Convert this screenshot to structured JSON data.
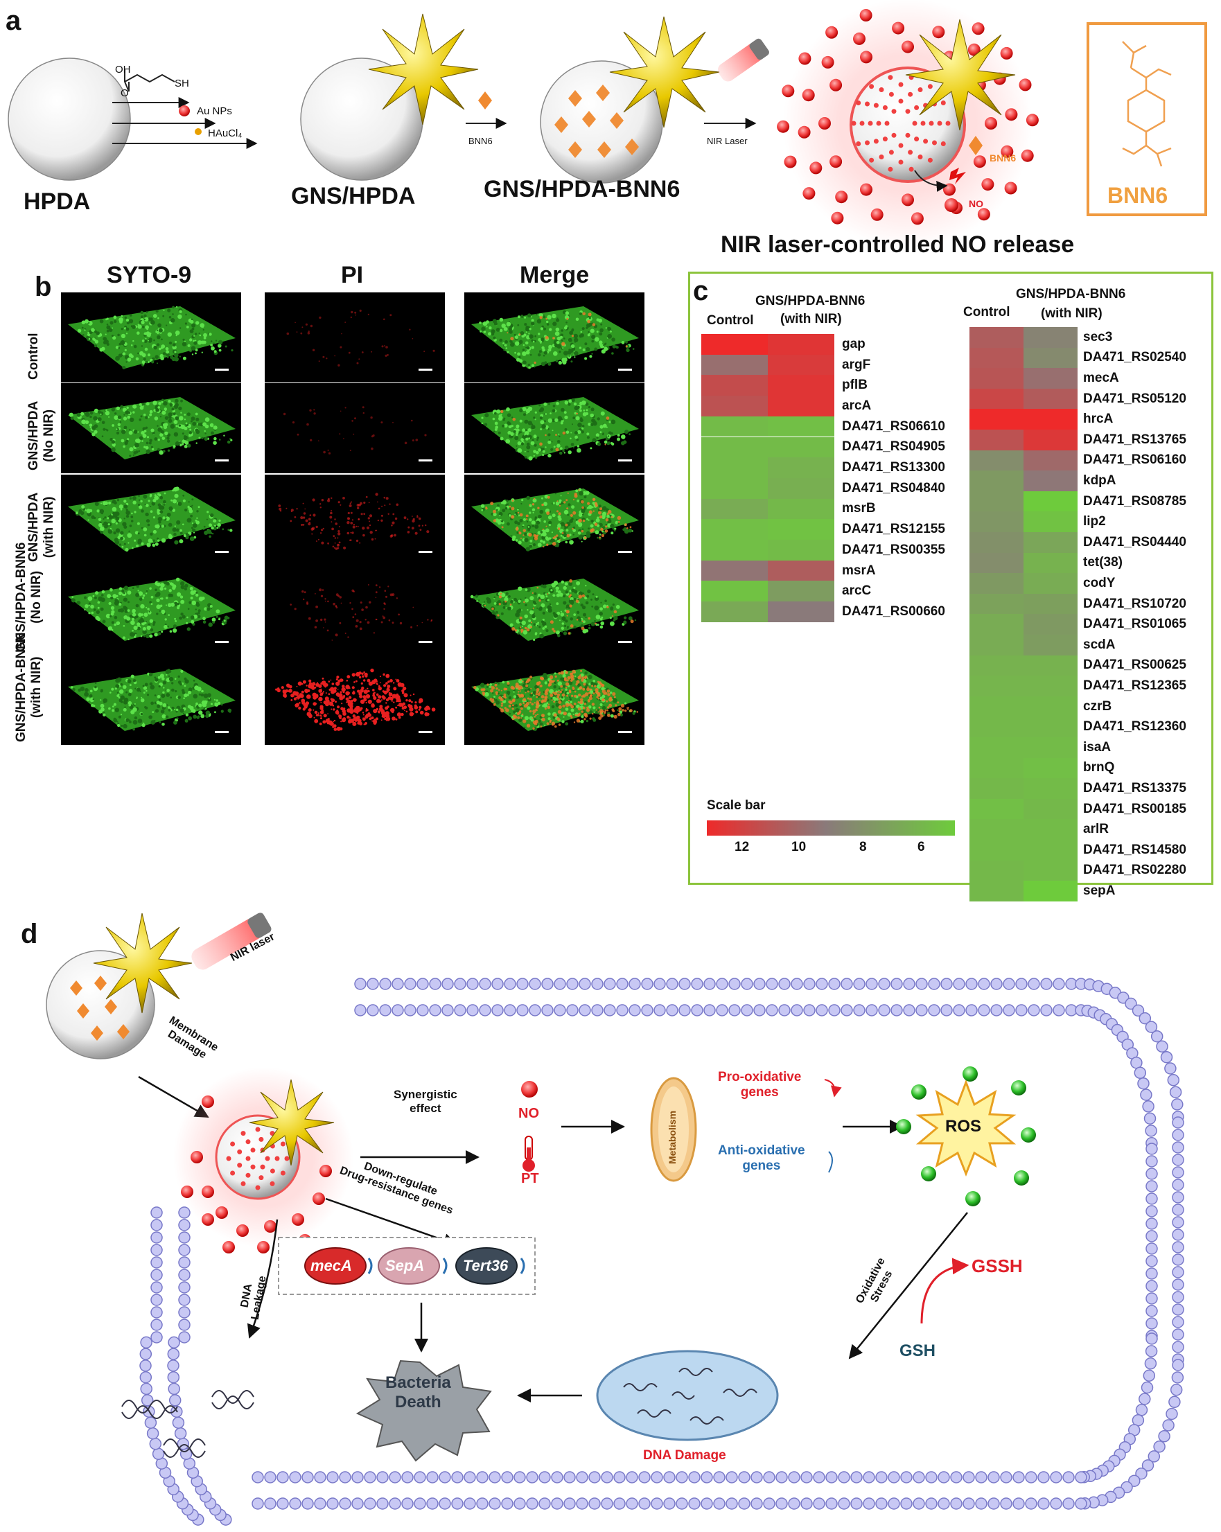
{
  "panels": {
    "a": "a",
    "b": "b",
    "c": "c",
    "d": "d"
  },
  "panel_a": {
    "reagents": {
      "linker_oh": "OH",
      "linker_o": "O",
      "linker_sh": "SH",
      "au": "Au NPs",
      "haucl": "HAuCl₄",
      "bnn6": "BNN6",
      "laser": "NIR Laser"
    },
    "stages": [
      "HPDA",
      "GNS/HPDA",
      "GNS/HPDA-BNN6"
    ],
    "release_legend": {
      "bnn6": "BNN6",
      "no": "NO"
    },
    "release_title": "NIR laser-controlled NO release",
    "bnn6_box_label": "BNN6"
  },
  "panel_b": {
    "columns": [
      "SYTO-9",
      "PI",
      "Merge"
    ],
    "rows": [
      "Control",
      "GNS/HPDA\n(No NIR)",
      "GNS/HPDA\n(with NIR)",
      "GNS/HPDA-BNN6\n(No NIR)",
      "GNS/HPDA-BNN6\n(with NIR)"
    ],
    "red_intensity": [
      0.05,
      0.03,
      0.3,
      0.15,
      1.0
    ]
  },
  "panel_c": {
    "header_control": "Control",
    "header_treat": "GNS/HPDA-BNN6",
    "header_treat_sub": "(with NIR)",
    "scale_title": "Scale bar",
    "scale_ticks": [
      "12",
      "10",
      "8",
      "6"
    ],
    "colors": {
      "high": "#ee2a2a",
      "mid": "#8a7a7a",
      "low": "#6ecb3c"
    },
    "left": {
      "genes": [
        "gap",
        "argF",
        "pflB",
        "arcA",
        "DA471_RS06610",
        "DA471_RS04905",
        "DA471_RS13300",
        "DA471_RS04840",
        "msrB",
        "DA471_RS12155",
        "DA471_RS00355",
        "msrA",
        "arcC",
        "DA471_RS00660"
      ],
      "control": [
        12.4,
        10.0,
        11.2,
        11.0,
        7.5,
        7.5,
        7.5,
        7.5,
        8.0,
        7.4,
        7.4,
        9.8,
        7.3,
        8.1
      ],
      "treated": [
        12.0,
        11.8,
        12.0,
        12.0,
        7.4,
        7.5,
        7.8,
        7.9,
        7.6,
        7.3,
        7.5,
        10.6,
        8.5,
        9.6
      ]
    },
    "right": {
      "genes": [
        "sec3",
        "DA471_RS02540",
        "mecA",
        "DA471_RS05120",
        "hrcA",
        "DA471_RS13765",
        "DA471_RS06160",
        "kdpA",
        "DA471_RS08785",
        "lip2",
        "DA471_RS04440",
        "tet(38)",
        "codY",
        "DA471_RS10720",
        "DA471_RS01065",
        "scdA",
        "DA471_RS00625",
        "DA471_RS12365",
        "czrB",
        "DA471_RS12360",
        "isaA",
        "brnQ",
        "DA471_RS13375",
        "DA471_RS00185",
        "arlR",
        "DA471_RS14580",
        "DA471_RS02280",
        "sepA"
      ],
      "control": [
        10.6,
        10.8,
        10.9,
        11.4,
        12.4,
        11.0,
        9.0,
        8.6,
        8.6,
        8.7,
        8.9,
        9.0,
        8.6,
        8.3,
        8.0,
        8.0,
        7.8,
        7.7,
        7.6,
        7.6,
        7.5,
        7.5,
        7.6,
        7.4,
        7.5,
        7.5,
        7.6,
        7.6
      ],
      "treated": [
        9.3,
        9.1,
        10.0,
        10.7,
        12.8,
        11.9,
        10.2,
        9.7,
        7.0,
        7.3,
        8.2,
        7.8,
        8.0,
        8.4,
        8.6,
        8.5,
        7.8,
        7.7,
        7.6,
        7.6,
        7.5,
        7.4,
        7.5,
        7.6,
        7.5,
        7.5,
        7.5,
        7.0
      ]
    }
  },
  "panel_d": {
    "laser": "NIR laser",
    "membrane": "Membrane\nDamage",
    "synergy": "Synergistic\neffect",
    "no": "NO",
    "pt": "PT",
    "downreg": "Down-regulate\nDrug-resistance genes",
    "metabolism": "Metabolism",
    "pro": "Pro-oxidative\ngenes",
    "anti": "Anti-oxidative\ngenes",
    "ros": "ROS",
    "genes": [
      "mecA",
      "SepA",
      "Tert36"
    ],
    "dna_leak": "DNA\nLeakage",
    "death": "Bacteria\nDeath",
    "ox_stress": "Oxidative\nStress",
    "gssh": "GSSH",
    "gsh": "GSH",
    "dna_damage": "DNA Damage",
    "colors": {
      "accent_red": "#e0202a",
      "blue_text": "#2a6fb0",
      "gsh_text": "#1f4f63"
    }
  }
}
